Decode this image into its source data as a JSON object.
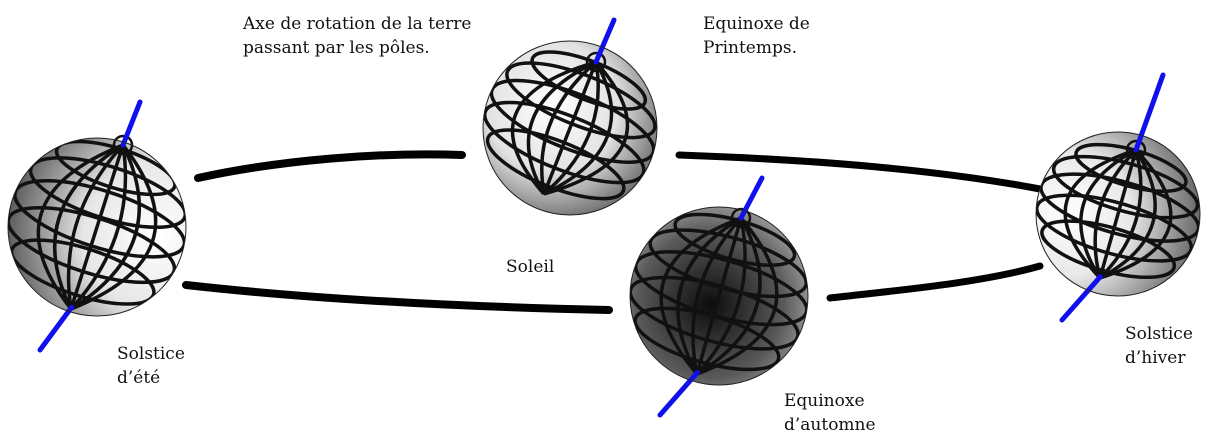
{
  "diagram": {
    "labels": {
      "axis": [
        "Axe de rotation de la terre",
        "passant par les pôles."
      ],
      "spring": [
        "Equinoxe de",
        "Printemps."
      ],
      "sun": "Soleil",
      "summer": [
        "Solstice",
        "d’été"
      ],
      "autumn": [
        "Equinoxe",
        "d’automne"
      ],
      "winter": [
        "Solstice",
        "d’hiver"
      ]
    },
    "colors": {
      "axis": "#1010ee",
      "orbit": "#000000",
      "grid": "#111111",
      "globe_light": "#ffffff",
      "globe_dark": "#3a3a3a"
    }
  }
}
